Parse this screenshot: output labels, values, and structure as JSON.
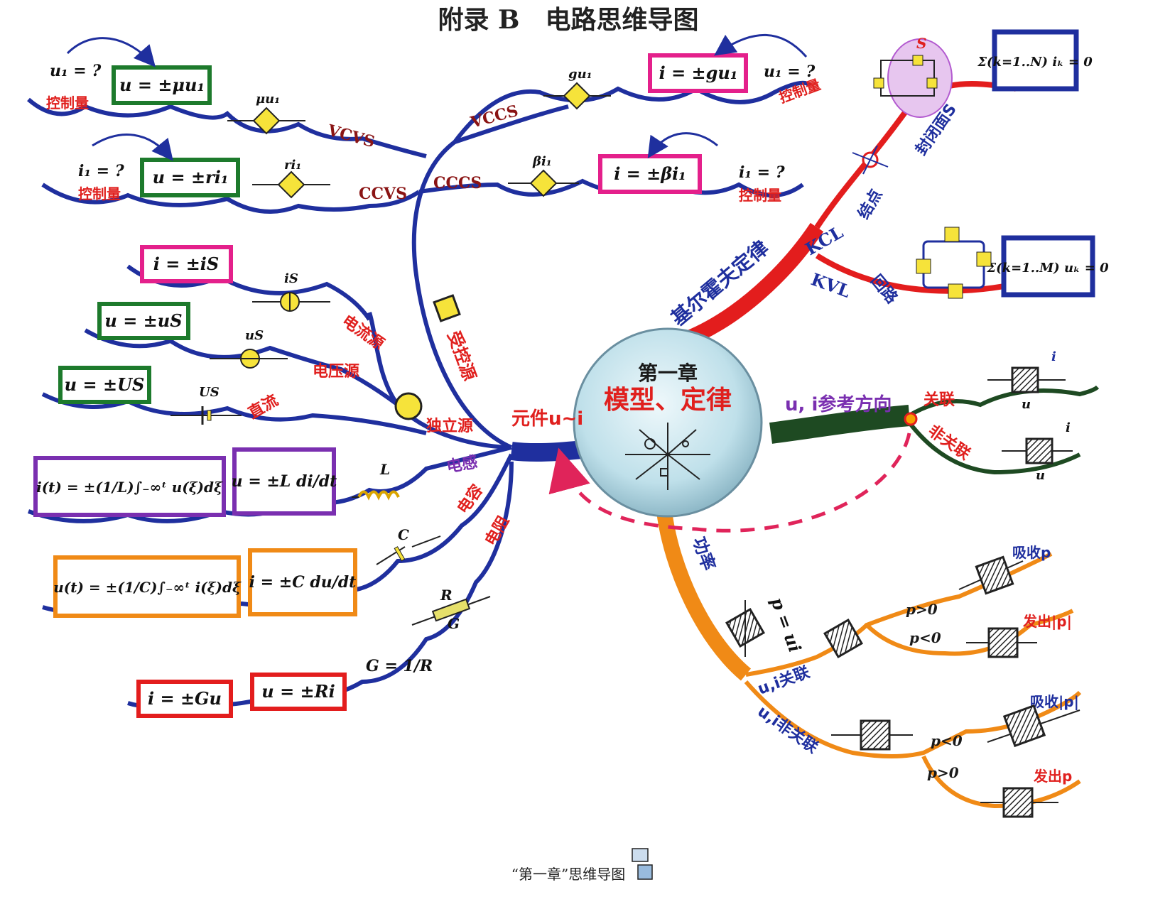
{
  "title": "附录 B　电路思维导图",
  "footer": "“第一章”思维导图",
  "center": {
    "line1": "第一章",
    "line2": "模型、定律"
  },
  "colors": {
    "blue": "#1f2f9e",
    "red": "#e31d1d",
    "dark_green": "#1e4a22",
    "orange": "#f08a16",
    "box_green": "#1d7a2c",
    "box_pink": "#e4208b",
    "box_purple": "#7a2fb0",
    "box_orange": "#f08a16",
    "box_red": "#e31d1d",
    "box_blue": "#1f2f9e",
    "label_red": "#e0201e",
    "label_brown": "#8a1414",
    "label_blue": "#1f2f9e",
    "label_purple": "#7a2fb0",
    "yellow": "#f6e33a"
  },
  "branches": {
    "elements": "元件u~i",
    "controlled": "受控源",
    "independent": "独立源",
    "kirchhoff": "基尔霍夫定律",
    "reference": "u, i参考方向",
    "power": "功率"
  },
  "labels": {
    "vcvs": "VCVS",
    "ccvs": "CCVS",
    "vccs": "VCCS",
    "cccs": "CCCS",
    "current_source": "电流源",
    "voltage_source": "电压源",
    "dc": "直流",
    "inductor": "电感",
    "capacitor": "电容",
    "resistor": "电阻",
    "kcl": "KCL",
    "kvl": "KVL",
    "node": "结点",
    "closed_surface": "封闭面S",
    "loop": "回路",
    "associated": "关联",
    "non_associated": "非关联",
    "ui_associated": "u,i关联",
    "ui_non_associated": "u,i非关联",
    "p_gt_0": "p>0",
    "p_lt_0": "p<0",
    "absorb_p": "吸收p",
    "emit_abs_p": "发出|p|",
    "absorb_abs_p": "吸收|p|",
    "emit_p": "发出p",
    "control_qty": "控制量",
    "u1_q": "u₁ = ?",
    "i1_q": "i₁ = ?",
    "mu_u1": "μu₁",
    "r_i1": "ri₁",
    "g_u1": "gu₁",
    "beta_i1": "βi₁",
    "is_lbl": "iS",
    "us_lbl": "uS",
    "Us_lbl": "US",
    "L": "L",
    "C": "C",
    "R": "R",
    "G": "G",
    "i": "i",
    "u": "u",
    "S": "S",
    "pui": "p = ui",
    "G_eq": "G = 1/R"
  },
  "formulas": {
    "vcvs": "u = ±μu₁",
    "ccvs": "u = ±ri₁",
    "vccs": "i = ±gu₁",
    "cccs": "i = ±βi₁",
    "is": "i = ±iS",
    "us": "u = ±uS",
    "Us": "u = ±US",
    "L_int": "i(t) = ±(1/L)∫₋∞ᵗ u(ξ)dξ",
    "L_diff": "u = ±L di/dt",
    "C_int": "u(t) = ±(1/C)∫₋∞ᵗ i(ξ)dξ",
    "C_diff": "i = ±C du/dt",
    "Gu": "i = ±Gu",
    "Ri": "u = ±Ri",
    "kcl": "Σ(k=1..N) iₖ = 0",
    "kvl": "Σ(k=1..M) uₖ = 0"
  }
}
